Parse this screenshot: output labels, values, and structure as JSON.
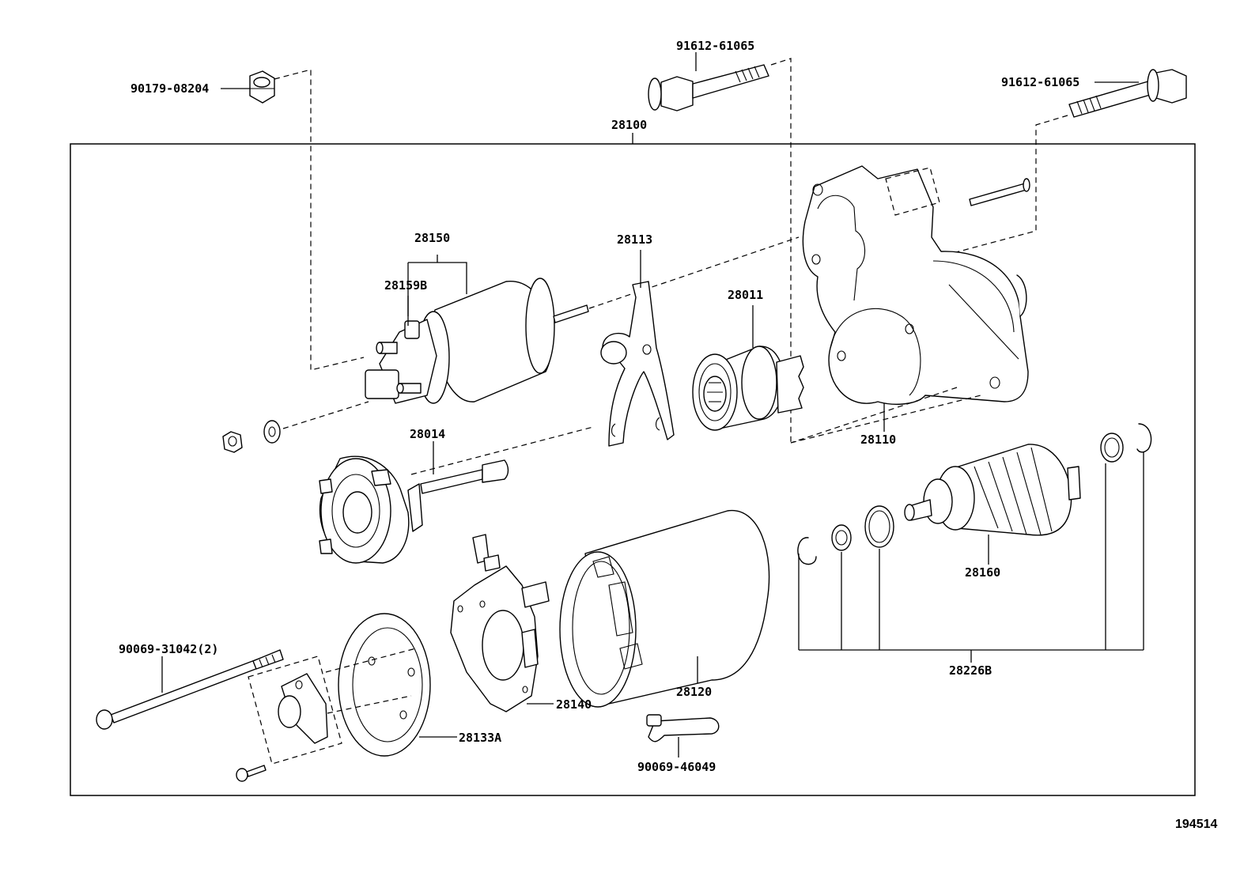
{
  "figure_id": "194514",
  "parts": {
    "p90179_08204": "90179-08204",
    "p91612_61065_a": "91612-61065",
    "p91612_61065_b": "91612-61065",
    "p28100": "28100",
    "p28150": "28150",
    "p28159B": "28159B",
    "p28113": "28113",
    "p28011": "28011",
    "p28110": "28110",
    "p28014": "28014",
    "p28160": "28160",
    "p28226B": "28226B",
    "p28120": "28120",
    "p28140": "28140",
    "p28133A": "28133A",
    "p90069_31042": "90069-31042(2)",
    "p90069_46049": "90069-46049"
  }
}
